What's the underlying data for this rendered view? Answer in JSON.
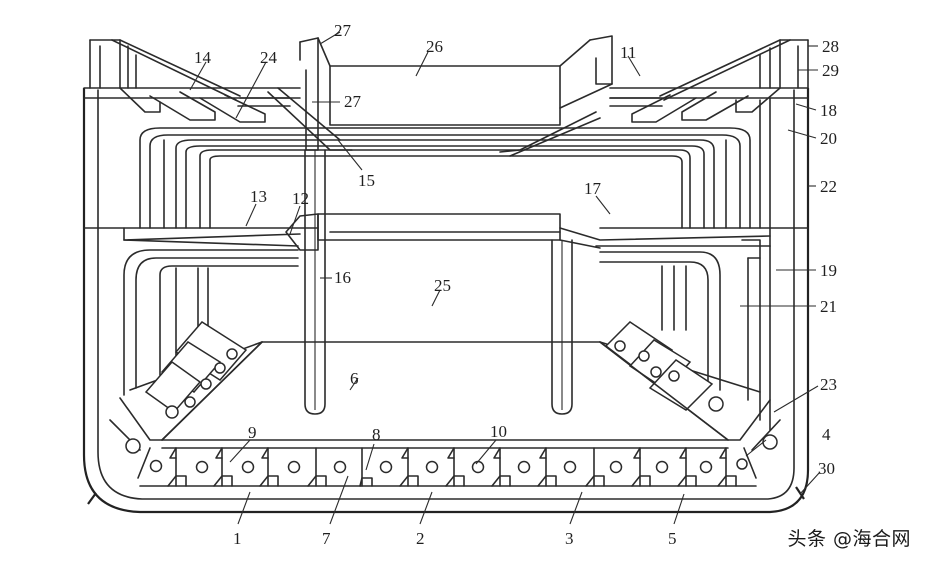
{
  "labels": {
    "l1": "1",
    "l2": "2",
    "l3": "3",
    "l4": "4",
    "l5": "5",
    "l6": "6",
    "l7": "7",
    "l8": "8",
    "l9": "9",
    "l10": "10",
    "l11": "11",
    "l12": "12",
    "l13": "13",
    "l14": "14",
    "l15": "15",
    "l16": "16",
    "l17": "17",
    "l18": "18",
    "l19": "19",
    "l20": "20",
    "l21": "21",
    "l22": "22",
    "l23": "23",
    "l24": "24",
    "l25": "25",
    "l26": "26",
    "l27a": "27",
    "l27b": "27",
    "l28": "28",
    "l29": "29",
    "l30": "30"
  },
  "watermark": "头条 @海合网"
}
